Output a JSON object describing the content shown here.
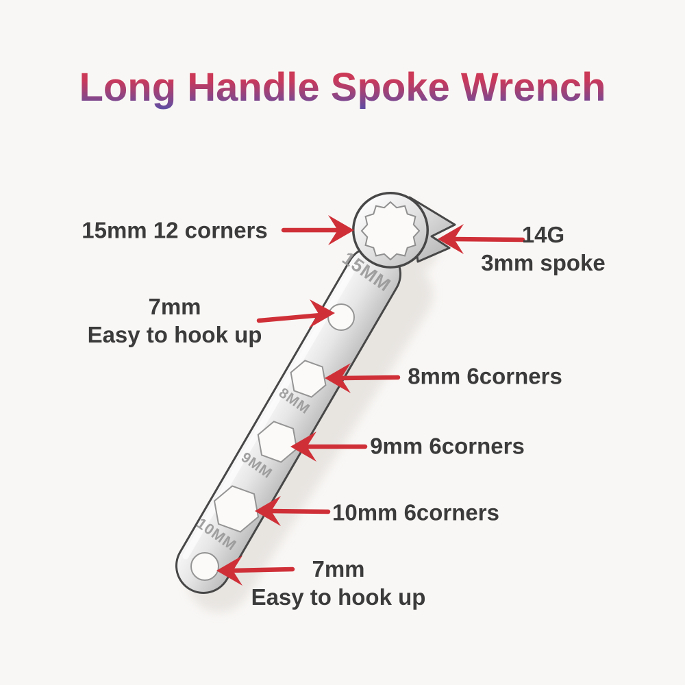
{
  "title": "Long Handle Spoke Wrench",
  "callouts": {
    "ring": {
      "line1": "15mm 12 corners"
    },
    "spoke": {
      "line1": "14G",
      "line2": "3mm spoke"
    },
    "hook_top": {
      "line1": "7mm",
      "line2": "Easy to hook up"
    },
    "hex8": {
      "line1": "8mm 6corners"
    },
    "hex9": {
      "line1": "9mm 6corners"
    },
    "hex10": {
      "line1": "10mm 6corners"
    },
    "hook_bottom": {
      "line1": "7mm",
      "line2": "Easy to hook up"
    }
  },
  "engravings": {
    "ring": "15MM",
    "hex8": "8MM",
    "hex9": "9MM",
    "hex10": "10MM"
  },
  "colors": {
    "background": "#f9f7f5",
    "arrow_red": "#cf3038",
    "label_text": "#3b3b3b",
    "title_gradient_top": "#d03a50",
    "title_gradient_bottom": "#5a4da6",
    "metal_light": "#ffffff",
    "metal_dark": "#b9b9b9"
  }
}
